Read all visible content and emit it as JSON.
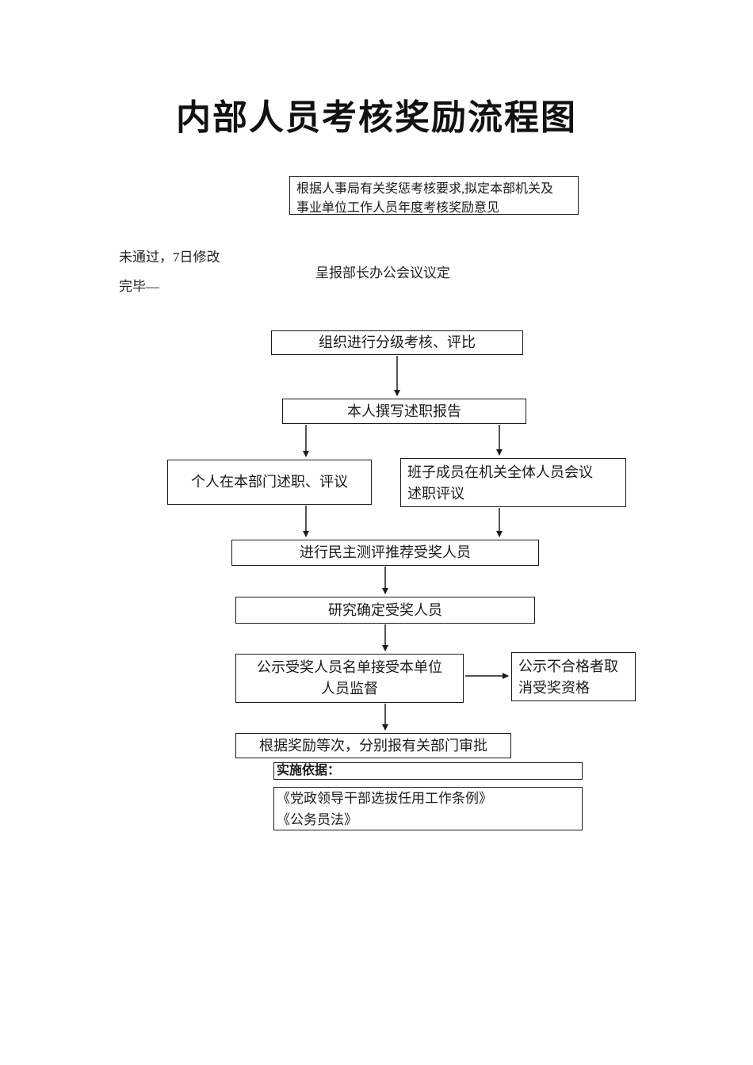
{
  "title": "内部人员考核奖励流程图",
  "notes": {
    "not_passed": "未通过，7日修改",
    "finished": "完毕—",
    "submit_meeting": "呈报部长办公会议议定"
  },
  "flow": {
    "prepare_opinion": "根据人事局有关奖惩考核要求,拟定本部机关及\n事业单位工作人员年度考核奖励意见",
    "organize_assessment": "组织进行分级考核、评比",
    "write_report": "本人撰写述职报告",
    "individual_review": "个人在本部门述职、评议",
    "team_review": "班子成员在机关全体人员会议\n述职评议",
    "democratic_evaluation": "进行民主测评推荐受奖人员",
    "determine_awardees": "研究确定受奖人员",
    "publicize_awardees": "公示受奖人员名单接受本单位\n人员监督",
    "disqualify": "公示不合格者取\n消受奖资格",
    "report_approval": "根据奖励等次，分别报有关部门审批",
    "basis_label": "实施依据：",
    "basis_refs": "《党政领导干部选拔任用工作条例》\n《公务员法》"
  }
}
